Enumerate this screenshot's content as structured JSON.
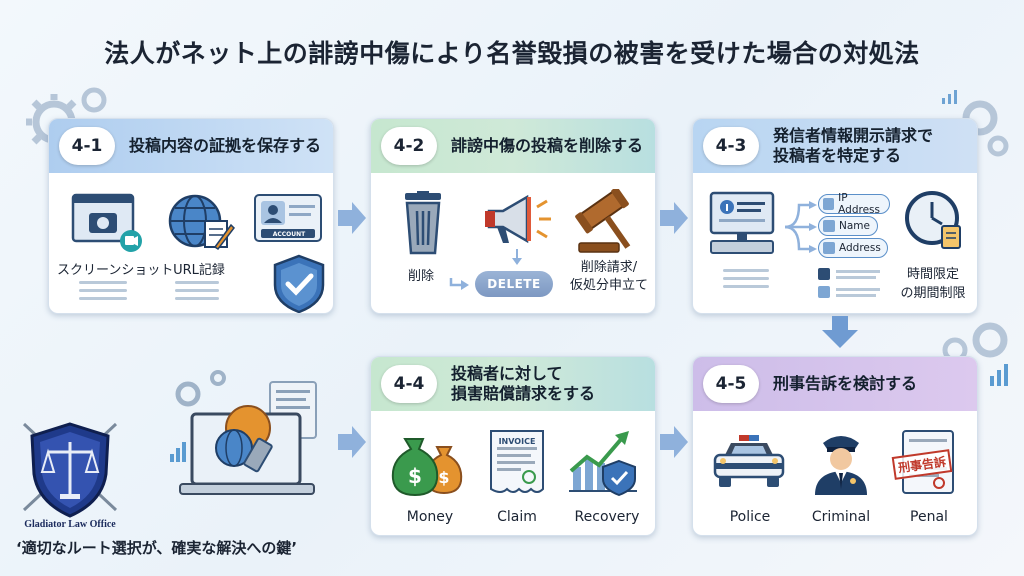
{
  "title": "法人がネット上の誹謗中傷により名誉毀損の被害を受けた場合の対処法",
  "steps": [
    {
      "number": "4-1",
      "title": "投稿内容の証拠を保存する",
      "items": [
        "スクリーンショット",
        "URL記録"
      ],
      "account_label": "ACCOUNT"
    },
    {
      "number": "4-2",
      "title": "誹謗中傷の投稿を削除する",
      "delete_label": "削除",
      "button": "DELETE",
      "request_label_1": "削除請求/",
      "request_label_2": "仮処分申立て"
    },
    {
      "number": "4-3",
      "title_1": "発信者情報開示請求で",
      "title_2": "投稿者を特定する",
      "pills": [
        "IP Address",
        "Name",
        "Address"
      ],
      "time_label_1": "時間限定",
      "time_label_2": "の期間制限"
    },
    {
      "number": "4-4",
      "title_1": "投稿者に対して",
      "title_2": "損害賠償請求をする",
      "items": [
        "Money",
        "Claim",
        "Recovery"
      ],
      "invoice": "INVOICE"
    },
    {
      "number": "4-5",
      "title": "刑事告訴を検討する",
      "items": [
        "Police",
        "Criminal",
        "Penal"
      ],
      "stamp": "刑事告訴"
    }
  ],
  "logo": "Gladiator Law Office",
  "tagline": "‘適切なルート選択が、確実な解決への鍵’",
  "colors": {
    "accent_blue": "#3b73b9",
    "arrow": "#8fb1dc",
    "green": "#3a9a4d",
    "orange": "#e4932f"
  }
}
